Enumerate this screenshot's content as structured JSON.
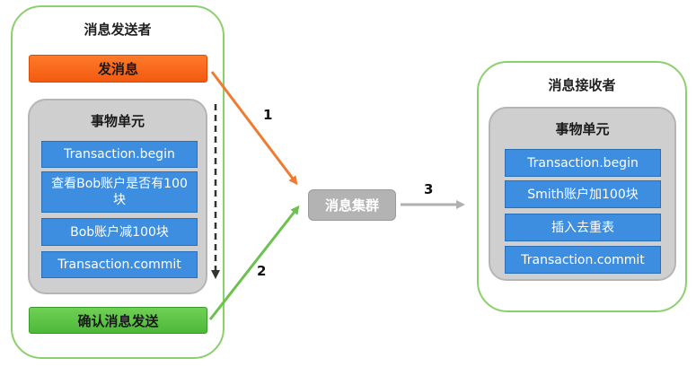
{
  "sender": {
    "title": "消息发送者",
    "send_label": "发消息",
    "confirm_label": "确认消息发送",
    "unit": {
      "title": "事物单元",
      "steps": [
        "Transaction.begin",
        "查看Bob账户是否有100块",
        "Bob账户减100块",
        "Transaction.commit"
      ]
    }
  },
  "cluster": {
    "label": "消息集群"
  },
  "receiver": {
    "title": "消息接收者",
    "unit": {
      "title": "事物单元",
      "steps": [
        "Transaction.begin",
        "Smith账户加100块",
        "插入去重表",
        "Transaction.commit"
      ]
    }
  },
  "arrows": {
    "one": "1",
    "two": "2",
    "three": "3"
  },
  "colors": {
    "panel_border": "#8ccf6e",
    "step_blue": "#3d8ee0",
    "send_orange": "#f25a10",
    "confirm_green": "#4db838",
    "cluster_gray": "#b3b3b3"
  }
}
